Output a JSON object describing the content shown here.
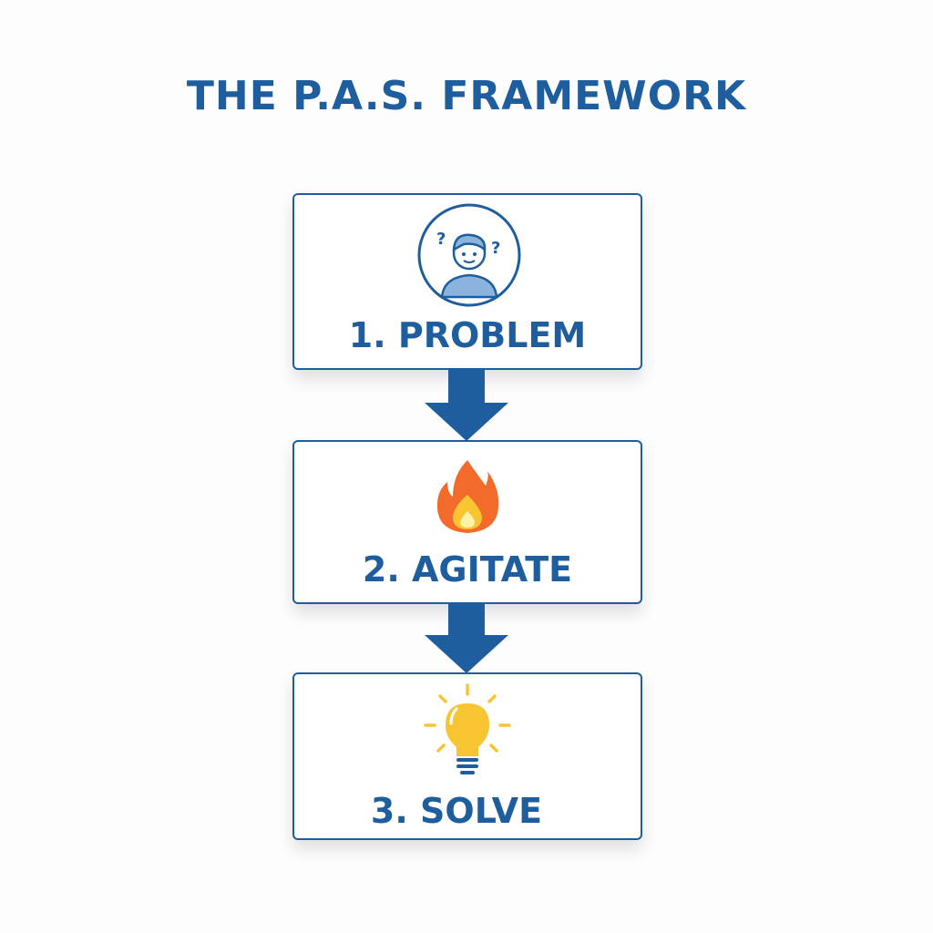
{
  "title": "THE P.A.S. FRAMEWORK",
  "steps": [
    {
      "label": "1. PROBLEM",
      "icon": "confused-person-icon"
    },
    {
      "label": "2. AGITATE",
      "icon": "fire-icon"
    },
    {
      "label": "3. SOLVE",
      "icon": "lightbulb-icon"
    }
  ],
  "colors": {
    "primary": "#1f5e9e",
    "fire": "#f26b2a",
    "bulb": "#f7c531"
  }
}
